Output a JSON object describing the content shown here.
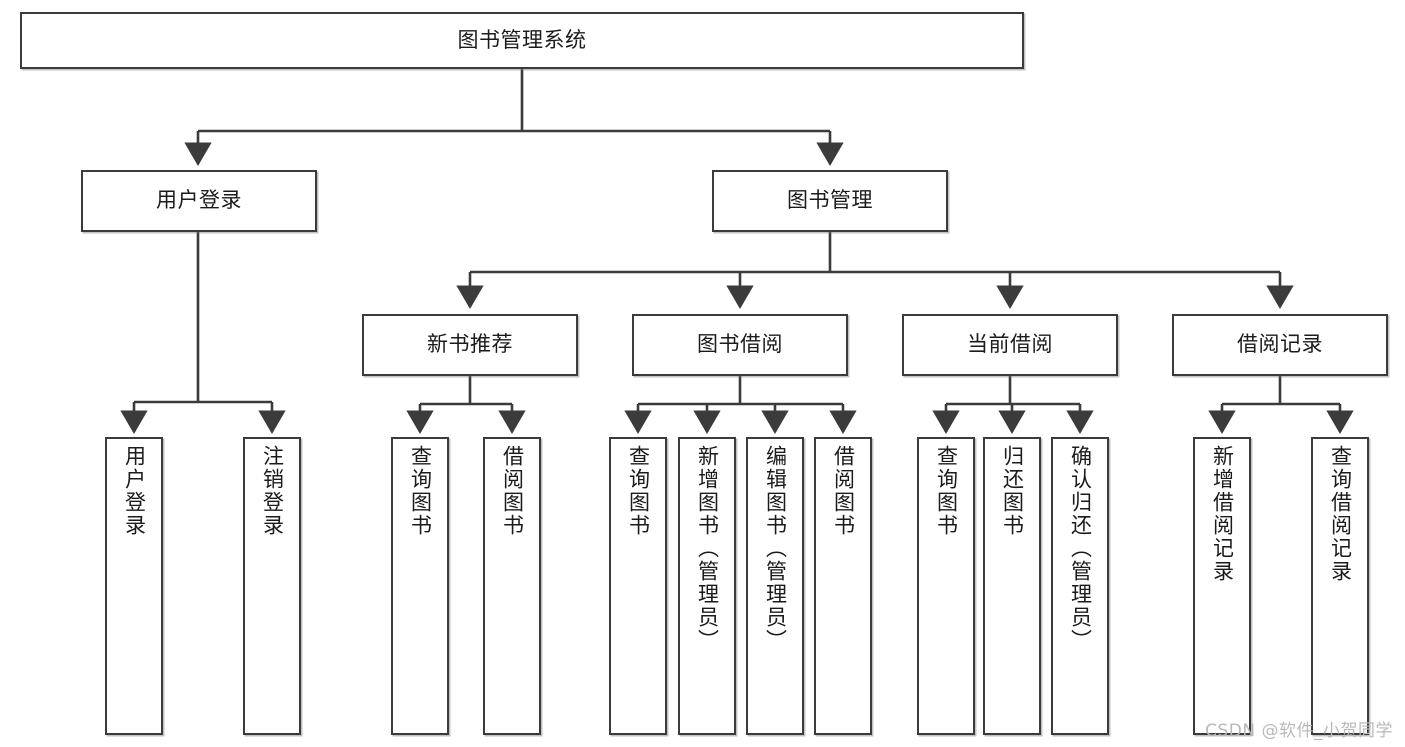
{
  "diagram": {
    "title": "图书管理系统",
    "type": "tree",
    "colors": {
      "stroke": "#3b3b3b",
      "fill": "#ffffff",
      "text": "#1b1b1b",
      "watermark": "#b9b9b9"
    },
    "root": {
      "label": "图书管理系统"
    },
    "level2": [
      {
        "label": "用户登录"
      },
      {
        "label": "图书管理"
      }
    ],
    "level3": [
      {
        "label": "新书推荐"
      },
      {
        "label": "图书借阅"
      },
      {
        "label": "当前借阅"
      },
      {
        "label": "借阅记录"
      }
    ],
    "leaves": {
      "user_login": [
        {
          "label": "用户登录"
        },
        {
          "label": "注销登录"
        }
      ],
      "new_book_recommend": [
        {
          "label": "查询图书"
        },
        {
          "label": "借阅图书"
        }
      ],
      "book_borrow": [
        {
          "label": "查询图书"
        },
        {
          "label": "新增图书（管理员）"
        },
        {
          "label": "编辑图书（管理员）"
        },
        {
          "label": "借阅图书"
        }
      ],
      "current_borrow": [
        {
          "label": "查询图书"
        },
        {
          "label": "归还图书"
        },
        {
          "label": "确认归还（管理员）"
        }
      ],
      "borrow_record": [
        {
          "label": "新增借阅记录"
        },
        {
          "label": "查询借阅记录"
        }
      ]
    }
  },
  "watermark": {
    "text": "CSDN @软件_小贺同学"
  }
}
